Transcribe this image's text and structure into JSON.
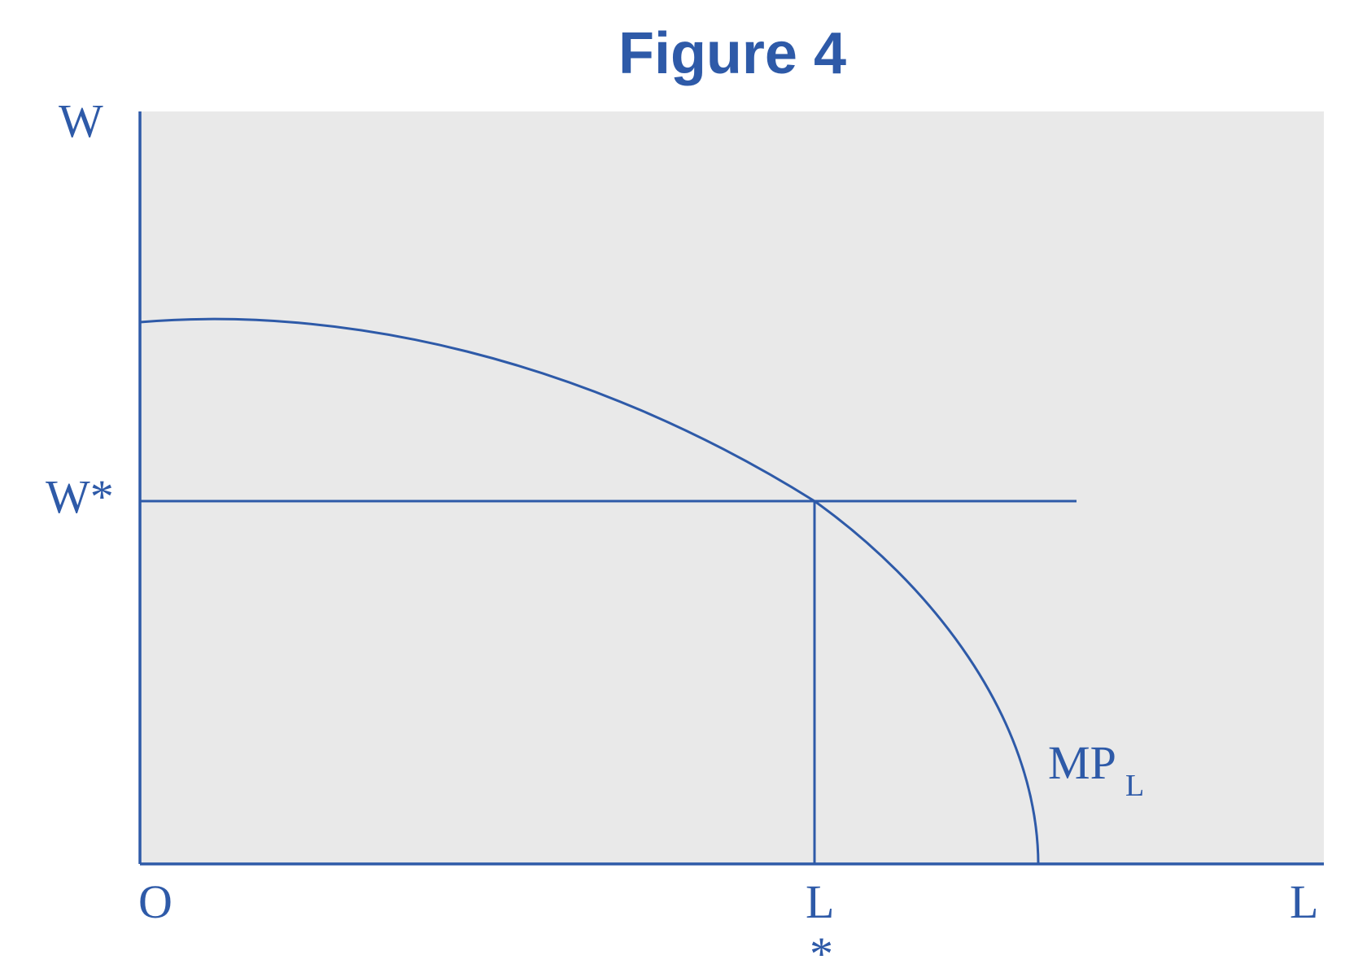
{
  "title": "Figure 4",
  "colors": {
    "accent": "#2e5aa8",
    "plot_background": "#e9e9e9",
    "page_background": "#ffffff"
  },
  "axes": {
    "y_label": "W",
    "x_label": "L",
    "origin_label": "O"
  },
  "levels": {
    "wage_label": "W*",
    "labor_label_main": "L",
    "labor_label_star": "*"
  },
  "curve": {
    "label_main": "MP",
    "label_sub": "L"
  }
}
